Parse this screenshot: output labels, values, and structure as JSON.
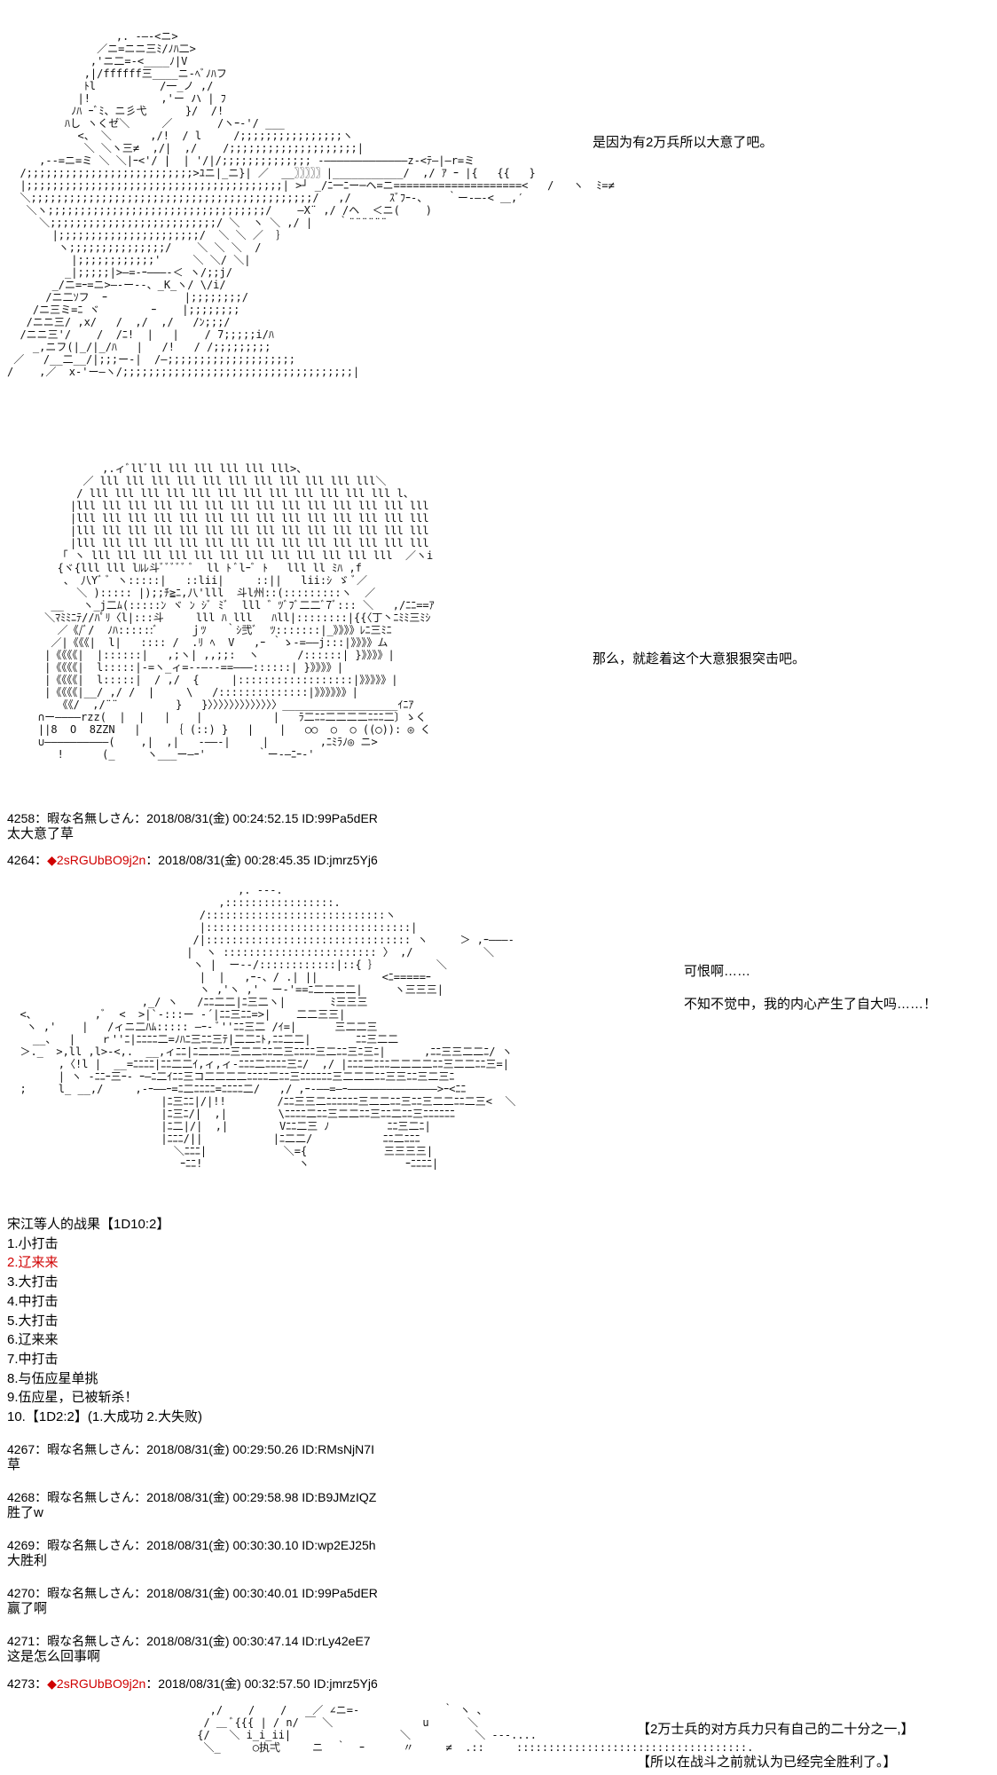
{
  "dialog": {
    "d1": "是因为有2万兵所以大意了吧。",
    "d2": "那么，就趁着这个大意狠狠突击吧。",
    "d3a": "可恨啊……",
    "d3b": "不知不觉中，我的内心产生了自大吗……！",
    "d4a": "【2万士兵的对方兵力只有自己的二十分之一,】",
    "d4b": "【所以在战斗之前就认为已经完全胜利了。】"
  },
  "posts": [
    {
      "num": "4258：",
      "name": "暇な名無しさん",
      "datetime": "：2018/08/31(金) 00:24:52.15 ID:99Pa5dER",
      "body": "太大意了草"
    },
    {
      "num": "4264：",
      "name": "◆2sRGUbBO9j2n",
      "datetime": "：2018/08/31(金) 00:28:45.35 ID:jmrz5Yj6",
      "body": ""
    },
    {
      "num": "4267：",
      "name": "暇な名無しさん",
      "datetime": "：2018/08/31(金) 00:29:50.26 ID:RMsNjN7I",
      "body": "草"
    },
    {
      "num": "4268：",
      "name": "暇な名無しさん",
      "datetime": "：2018/08/31(金) 00:29:58.98 ID:B9JMzIQZ",
      "body": "胜了w"
    },
    {
      "num": "4269：",
      "name": "暇な名無しさん",
      "datetime": "：2018/08/31(金) 00:30:30.10 ID:wp2EJ25h",
      "body": "大胜利"
    },
    {
      "num": "4270：",
      "name": "暇な名無しさん",
      "datetime": "：2018/08/31(金) 00:30:40.01 ID:99Pa5dER",
      "body": "赢了啊"
    },
    {
      "num": "4271：",
      "name": "暇な名無しさん",
      "datetime": "：2018/08/31(金) 00:30:47.14 ID:rLy42eE7",
      "body": "这是怎么回事啊"
    },
    {
      "num": "4273：",
      "name": "◆2sRGUbBO9j2n",
      "datetime": "：2018/08/31(金) 00:32:57.50 ID:jmrz5Yj6",
      "body": ""
    }
  ],
  "result_list": {
    "title": "宋江等人的战果【1D10:2】",
    "items": [
      "1.小打击",
      "2.辽来来",
      "3.大打击",
      "4.中打击",
      "5.大打击",
      "6.辽来来",
      "7.中打击",
      "8.与伍应星单挑",
      "9.伍应星，已被斩杀！",
      "10.【1D2:2】(1.大成功 2.大失败)"
    ],
    "highlight_color": "#d00000"
  },
  "colors": {
    "trip": "#d00000",
    "text": "#000000",
    "background": "#ffffff"
  }
}
